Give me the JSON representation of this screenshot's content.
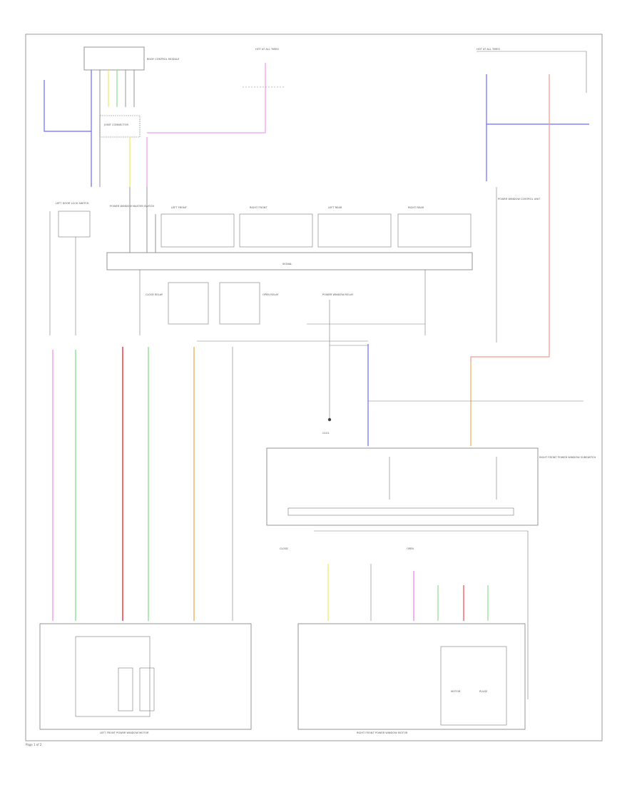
{
  "colors": {
    "frame": "#9a9a9a",
    "line": "#7a7a7a",
    "blue": "#6b6bff",
    "pink": "#f29af2",
    "green": "#8de08d",
    "red": "#f04848",
    "orange": "#f0b870",
    "yellow": "#e8e860",
    "salmon": "#f49a8a",
    "magenta": "#e880e8"
  },
  "labels": {
    "top_left_block": "BODY CONTROL MODULE",
    "fuse_top": "HOT AT ALL TIMES",
    "fuse_top_right": "HOT AT ALL TIMES",
    "junction": "JOINT CONNECTOR",
    "left_door_switch": "LEFT DOOR LOCK SWITCH",
    "master_switch": "POWER WINDOW MASTER SWITCH",
    "right_front_sw": "RIGHT FRONT",
    "left_rear_sw": "LEFT REAR",
    "right_rear_sw": "RIGHT REAR",
    "left_front_sw": "LEFT FRONT",
    "bus_label": "SIGNAL",
    "close_relay": "CLOSE RELAY",
    "open_relay": "OPEN RELAY",
    "pw_relay": "POWER WINDOW RELAY",
    "ground_label": "G101",
    "side_note": "POWER WINDOW CONTROL UNIT",
    "right_subswitch": "RIGHT FRONT POWER WINDOW SUBSWITCH",
    "left_motor_block": "LEFT FRONT POWER WINDOW MOTOR",
    "right_motor_block": "RIGHT FRONT POWER WINDOW MOTOR",
    "right_close": "CLOSE",
    "right_open": "OPEN",
    "motor_a": "MOTOR",
    "motor_b": "PULSE",
    "footer": "Page 1 of 2"
  }
}
